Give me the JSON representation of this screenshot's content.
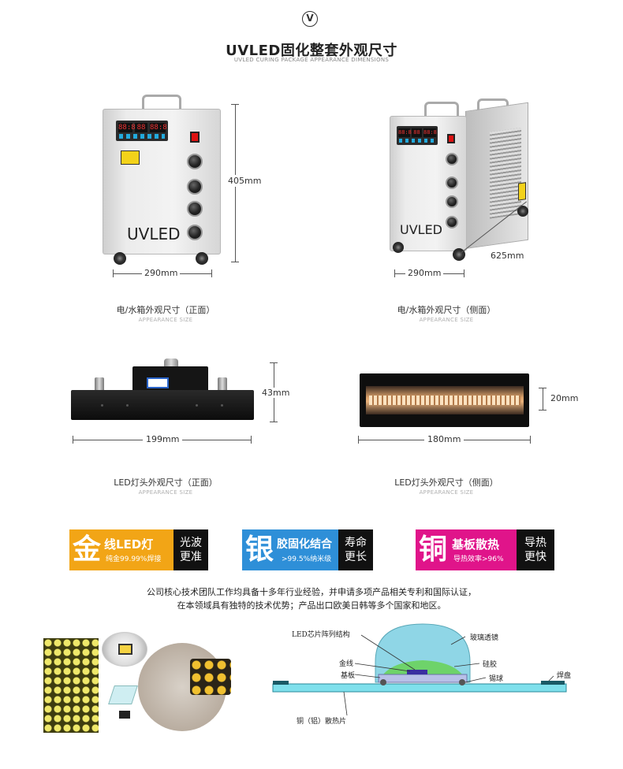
{
  "header": {
    "logo_letter": "V",
    "title": "UVLED固化整套外观尺寸",
    "subtitle": "UVLED CURING PACKAGE APPEARANCE DIMENSIONS"
  },
  "cabinet_front": {
    "brand": "UVLED",
    "digits": [
      "88:8",
      "88",
      "88:8"
    ],
    "height": "405mm",
    "width": "290mm",
    "caption": "电/水箱外观尺寸（正面）",
    "caption_sub": "APPEARANCE SIZE"
  },
  "cabinet_side": {
    "brand": "UVLED",
    "digits": [
      "88:8",
      "88",
      "88:8"
    ],
    "width": "290mm",
    "depth": "625mm",
    "caption": "电/水箱外观尺寸（侧面）",
    "caption_sub": "APPEARANCE SIZE"
  },
  "head_front": {
    "height": "43mm",
    "width": "199mm",
    "caption": "LED灯头外观尺寸（正面）",
    "caption_sub": "APPEARANCE SIZE"
  },
  "head_side": {
    "height": "20mm",
    "width": "180mm",
    "caption": "LED灯头外观尺寸（侧面）",
    "caption_sub": "APPEARANCE SIZE"
  },
  "features": [
    {
      "big": "金",
      "title": "线LED灯",
      "sub": "纯金99.99%焊接",
      "right_1": "光波",
      "right_2": "更准",
      "color": "#f2a516"
    },
    {
      "big": "银",
      "title": "胶固化结合",
      "sub": ">99.5%纳米级",
      "right_1": "寿命",
      "right_2": "更长",
      "color": "#2e8fd8"
    },
    {
      "big": "铜",
      "title": "基板散热",
      "sub": "导热效率>96%",
      "right_1": "导热",
      "right_2": "更快",
      "color": "#e0148a"
    }
  ],
  "intro": {
    "line1": "公司核心技术团队工作均具备十多年行业经验，并申请多项产品相关专利和国际认证，",
    "line2": "在本领域具有独特的技术优势；产品出口欧美日韩等多个国家和地区。"
  },
  "diagram": {
    "labels": {
      "array": "LED芯片阵列结构",
      "lens": "玻璃透镜",
      "gold": "金线",
      "silica": "硅胶",
      "substrate": "基板",
      "solder_ball": "锡球",
      "pad": "焊盘",
      "heatsink": "铜（铝）散热片"
    }
  },
  "colors": {
    "gold": "#f2a516",
    "silver": "#2e8fd8",
    "copper": "#e0148a",
    "lens": "#8fd6e6",
    "silica": "#6ed36a",
    "heatsink": "#7fe0ec"
  }
}
